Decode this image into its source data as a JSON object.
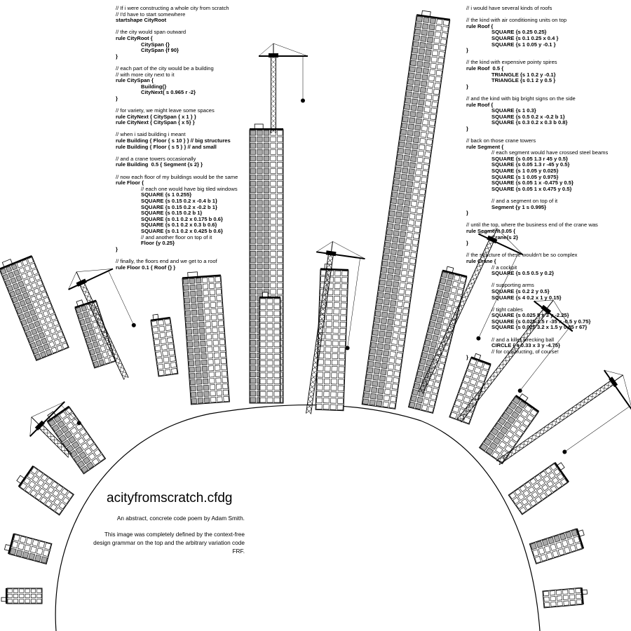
{
  "title": "acityfromscratch.cfdg",
  "subtitle": "An abstract, concrete code poem by Adam Smith.",
  "description": "This image was completely defined by the context-free design grammar on the top and the arbitrary variation code FRF.",
  "colors": {
    "ink": "#000000",
    "paper": "#ffffff",
    "window_gray": "#a8a8a8"
  },
  "code_left": [
    {
      "t": "// If i were constructing a whole city from scratch",
      "b": false,
      "i": 0
    },
    {
      "t": "// I'd have to start somewhere",
      "b": false,
      "i": 0
    },
    {
      "t": "startshape CityRoot",
      "b": true,
      "i": 0
    },
    {
      "t": "",
      "b": false,
      "i": 0
    },
    {
      "t": "// the city would span outward",
      "b": false,
      "i": 0
    },
    {
      "t": "rule CityRoot {",
      "b": true,
      "i": 0
    },
    {
      "t": "CitySpan {}",
      "b": true,
      "i": 1
    },
    {
      "t": "CitySpan {f 90}",
      "b": true,
      "i": 1
    },
    {
      "t": "}",
      "b": true,
      "i": 0
    },
    {
      "t": "",
      "b": false,
      "i": 0
    },
    {
      "t": "// each part of the city would be a building",
      "b": false,
      "i": 0
    },
    {
      "t": "// with more city next to it",
      "b": false,
      "i": 0
    },
    {
      "t": "rule CitySpan {",
      "b": true,
      "i": 0
    },
    {
      "t": "Building{}",
      "b": true,
      "i": 1
    },
    {
      "t": "CityNext{ s 0.965 r -2}",
      "b": true,
      "i": 1
    },
    {
      "t": "}",
      "b": true,
      "i": 0
    },
    {
      "t": "",
      "b": false,
      "i": 0
    },
    {
      "t": "// for variety, we might leave some spaces",
      "b": false,
      "i": 0
    },
    {
      "t": "rule CityNext { CitySpan { x 1 } }",
      "b": true,
      "i": 0
    },
    {
      "t": "rule CityNext { CitySpan { x 5} }",
      "b": true,
      "i": 0
    },
    {
      "t": "",
      "b": false,
      "i": 0
    },
    {
      "t": "// when i said building i meant",
      "b": false,
      "i": 0
    },
    {
      "t": "rule Building { Floor { s 10 } } // big structures",
      "b": true,
      "i": 0
    },
    {
      "t": "rule Building { Floor { s 5 } } // and small",
      "b": true,
      "i": 0
    },
    {
      "t": "",
      "b": false,
      "i": 0
    },
    {
      "t": "// and a crane towers occasionally",
      "b": false,
      "i": 0
    },
    {
      "t": "rule Building  0.5 { Segment {s 2} }",
      "b": true,
      "i": 0
    },
    {
      "t": "",
      "b": false,
      "i": 0
    },
    {
      "t": "// now each floor of my buildings would be the same",
      "b": false,
      "i": 0
    },
    {
      "t": "rule Floor {",
      "b": true,
      "i": 0
    },
    {
      "t": "// each one would have big tiled windows",
      "b": false,
      "i": 1
    },
    {
      "t": "SQUARE {s 1 0.255}",
      "b": true,
      "i": 1
    },
    {
      "t": "SQUARE {s 0.15 0.2 x -0.4 b 1}",
      "b": true,
      "i": 1
    },
    {
      "t": "SQUARE {s 0.15 0.2 x -0.2 b 1}",
      "b": true,
      "i": 1
    },
    {
      "t": "SQUARE {s 0.15 0.2 b 1}",
      "b": true,
      "i": 1
    },
    {
      "t": "SQUARE {s 0.1 0.2 x 0.175 b 0.6}",
      "b": true,
      "i": 1
    },
    {
      "t": "SQUARE {s 0.1 0.2 x 0.3 b 0.6}",
      "b": true,
      "i": 1
    },
    {
      "t": "SQUARE {s 0.1 0.2 x 0.425 b 0.6}",
      "b": true,
      "i": 1
    },
    {
      "t": "// and another floor on top of it",
      "b": false,
      "i": 1
    },
    {
      "t": "Floor {y 0.25}",
      "b": true,
      "i": 1
    },
    {
      "t": "}",
      "b": true,
      "i": 0
    },
    {
      "t": "",
      "b": false,
      "i": 0
    },
    {
      "t": "// finally, the floors end and we get to a roof",
      "b": false,
      "i": 0
    },
    {
      "t": "rule Floor 0.1 { Roof {} }",
      "b": true,
      "i": 0
    }
  ],
  "code_right": [
    {
      "t": "// i would have several kinds of roofs",
      "b": false,
      "i": 0
    },
    {
      "t": "",
      "b": false,
      "i": 0
    },
    {
      "t": "// the kind with air conditioning units on top",
      "b": false,
      "i": 0
    },
    {
      "t": "rule Roof {",
      "b": true,
      "i": 0
    },
    {
      "t": "SQUARE {s 0.25 0.25}",
      "b": true,
      "i": 1
    },
    {
      "t": "SQUARE {s 0.1 0.25 x 0.4 }",
      "b": true,
      "i": 1
    },
    {
      "t": "SQUARE {s 1 0.05 y -0.1 }",
      "b": true,
      "i": 1
    },
    {
      "t": "}",
      "b": true,
      "i": 0
    },
    {
      "t": "",
      "b": false,
      "i": 0
    },
    {
      "t": "// the kind with expensive pointy spires",
      "b": false,
      "i": 0
    },
    {
      "t": "rule Roof  0.5 {",
      "b": true,
      "i": 0
    },
    {
      "t": "TRIANGLE {s 1 0.2 y -0.1}",
      "b": true,
      "i": 1
    },
    {
      "t": "TRIANGLE {s 0.1 2 y 0.5 }",
      "b": true,
      "i": 1
    },
    {
      "t": "}",
      "b": true,
      "i": 0
    },
    {
      "t": "",
      "b": false,
      "i": 0
    },
    {
      "t": "// and the kind with big bright signs on the side",
      "b": false,
      "i": 0
    },
    {
      "t": "rule Roof {",
      "b": true,
      "i": 0
    },
    {
      "t": "SQUARE {s 1 0.3}",
      "b": true,
      "i": 1
    },
    {
      "t": "SQUARE {s 0.5 0.2 x -0.2 b 1}",
      "b": true,
      "i": 1
    },
    {
      "t": "SQUARE {s 0.3 0.2 x 0.3 b 0.8}",
      "b": true,
      "i": 1
    },
    {
      "t": "}",
      "b": true,
      "i": 0
    },
    {
      "t": "",
      "b": false,
      "i": 0
    },
    {
      "t": "// back on those crane towers",
      "b": false,
      "i": 0
    },
    {
      "t": "rule Segment {",
      "b": true,
      "i": 0
    },
    {
      "t": "// each segment would have crossed steel beams",
      "b": false,
      "i": 1
    },
    {
      "t": "SQUARE {s 0.05 1.3 r 45 y 0.5}",
      "b": true,
      "i": 1
    },
    {
      "t": "SQUARE {s 0.05 1.3 r -45 y 0.5}",
      "b": true,
      "i": 1
    },
    {
      "t": "SQUARE {s 1 0.05 y 0.025}",
      "b": true,
      "i": 1
    },
    {
      "t": "SQUARE {s 1 0.05 y 0.975}",
      "b": true,
      "i": 1
    },
    {
      "t": "SQUARE {s 0.05 1 x -0.475 y 0.5}",
      "b": true,
      "i": 1
    },
    {
      "t": "SQUARE {s 0.05 1 x 0.475 y 0.5}",
      "b": true,
      "i": 1
    },
    {
      "t": "",
      "b": false,
      "i": 0
    },
    {
      "t": "// and a segment on top of it",
      "b": false,
      "i": 1
    },
    {
      "t": "Segment {y 1 s 0.995}",
      "b": true,
      "i": 1
    },
    {
      "t": "}",
      "b": true,
      "i": 0
    },
    {
      "t": "",
      "b": false,
      "i": 0
    },
    {
      "t": "// until the top, where the business end of the crane was",
      "b": false,
      "i": 0
    },
    {
      "t": "rule Segment 0.05 {",
      "b": true,
      "i": 0
    },
    {
      "t": "Crane{s 2}",
      "b": true,
      "i": 1
    },
    {
      "t": "}",
      "b": true,
      "i": 0
    },
    {
      "t": "",
      "b": false,
      "i": 0
    },
    {
      "t": "// the structure of these wouldn't be so complex",
      "b": false,
      "i": 0
    },
    {
      "t": "rule Crane {",
      "b": true,
      "i": 0
    },
    {
      "t": "// a cockpit",
      "b": false,
      "i": 1
    },
    {
      "t": "SQUARE {s 0.5 0.5 y 0.2}",
      "b": true,
      "i": 1
    },
    {
      "t": "",
      "b": false,
      "i": 0
    },
    {
      "t": "// supporting arms",
      "b": false,
      "i": 1
    },
    {
      "t": "SQUARE {s 0.2 2 y 0.5}",
      "b": true,
      "i": 1
    },
    {
      "t": "SQUARE {s 4 0.2 x 1 y 0.15}",
      "b": true,
      "i": 1
    },
    {
      "t": "",
      "b": false,
      "i": 0
    },
    {
      "t": "// tight cables",
      "b": false,
      "i": 1
    },
    {
      "t": "SQUARE {s 0.025 5 x 3 y -2.25}",
      "b": true,
      "i": 1
    },
    {
      "t": "SQUARE {s 0.025 1.5 r -35 x -0.5 y 0.75}",
      "b": true,
      "i": 1
    },
    {
      "t": "SQUARE {s 0.025 3.2 x 1.5 y 0.85 r 67}",
      "b": true,
      "i": 1
    },
    {
      "t": "",
      "b": false,
      "i": 0
    },
    {
      "t": "// and a killer wrecking ball",
      "b": false,
      "i": 1
    },
    {
      "t": "CIRCLE { s 0.33 x 3 y -4.75}",
      "b": true,
      "i": 1
    },
    {
      "t": "// for constructing, of course!",
      "b": false,
      "i": 1
    },
    {
      "t": "}",
      "b": true,
      "i": 0
    }
  ]
}
